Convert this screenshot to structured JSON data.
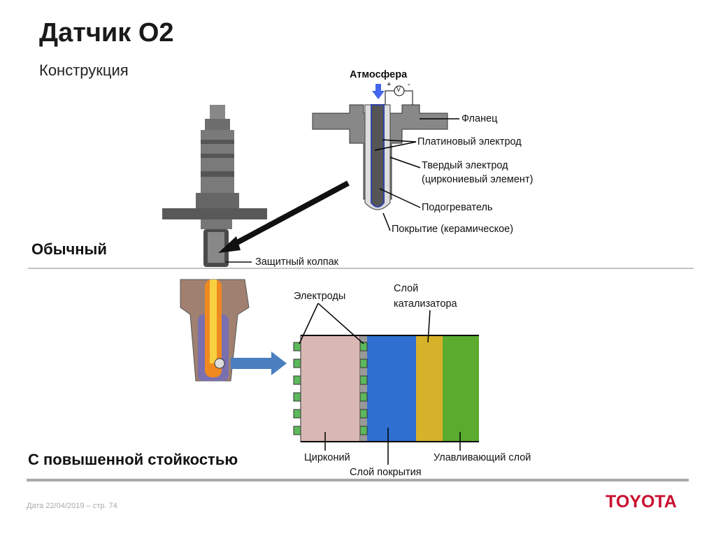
{
  "header": {
    "title": "Датчик O2",
    "subtitle": "Конструкция"
  },
  "sections": {
    "regular": "Обычный",
    "durable": "С повышенной стойкостью"
  },
  "regular_labels": {
    "atmosphere": "Атмосфера",
    "flange": "Фланец",
    "platinum_electrode": "Платиновый электрод",
    "solid_electrode": "Твердый электрод",
    "zirconia_element": "(циркониевый элемент)",
    "heater": "Подогреватель",
    "coating": "Покрытие (керамическое)",
    "protective_cap": "Защитный колпак",
    "voltmeter": "V",
    "plus": "+",
    "minus": "-"
  },
  "durable_labels": {
    "electrodes": "Электроды",
    "catalyst_layer_1": "Слой",
    "catalyst_layer_2": "катализатора",
    "zirconium": "Цирконий",
    "coating_layer": "Слой покрытия",
    "trap_layer": "Улавливающий слой"
  },
  "footer": {
    "date": "Дата 22/04/2019 – стр.  74",
    "logo": "TOYOTA"
  },
  "colors": {
    "logo": "#c8102e",
    "zirconia": "#d9b8b4",
    "coating": "#2f6fd0",
    "catalyst": "#d6b22a",
    "trap": "#5aab2e",
    "electrode": "#5cb85c",
    "arrow": "#4a7fc0"
  }
}
